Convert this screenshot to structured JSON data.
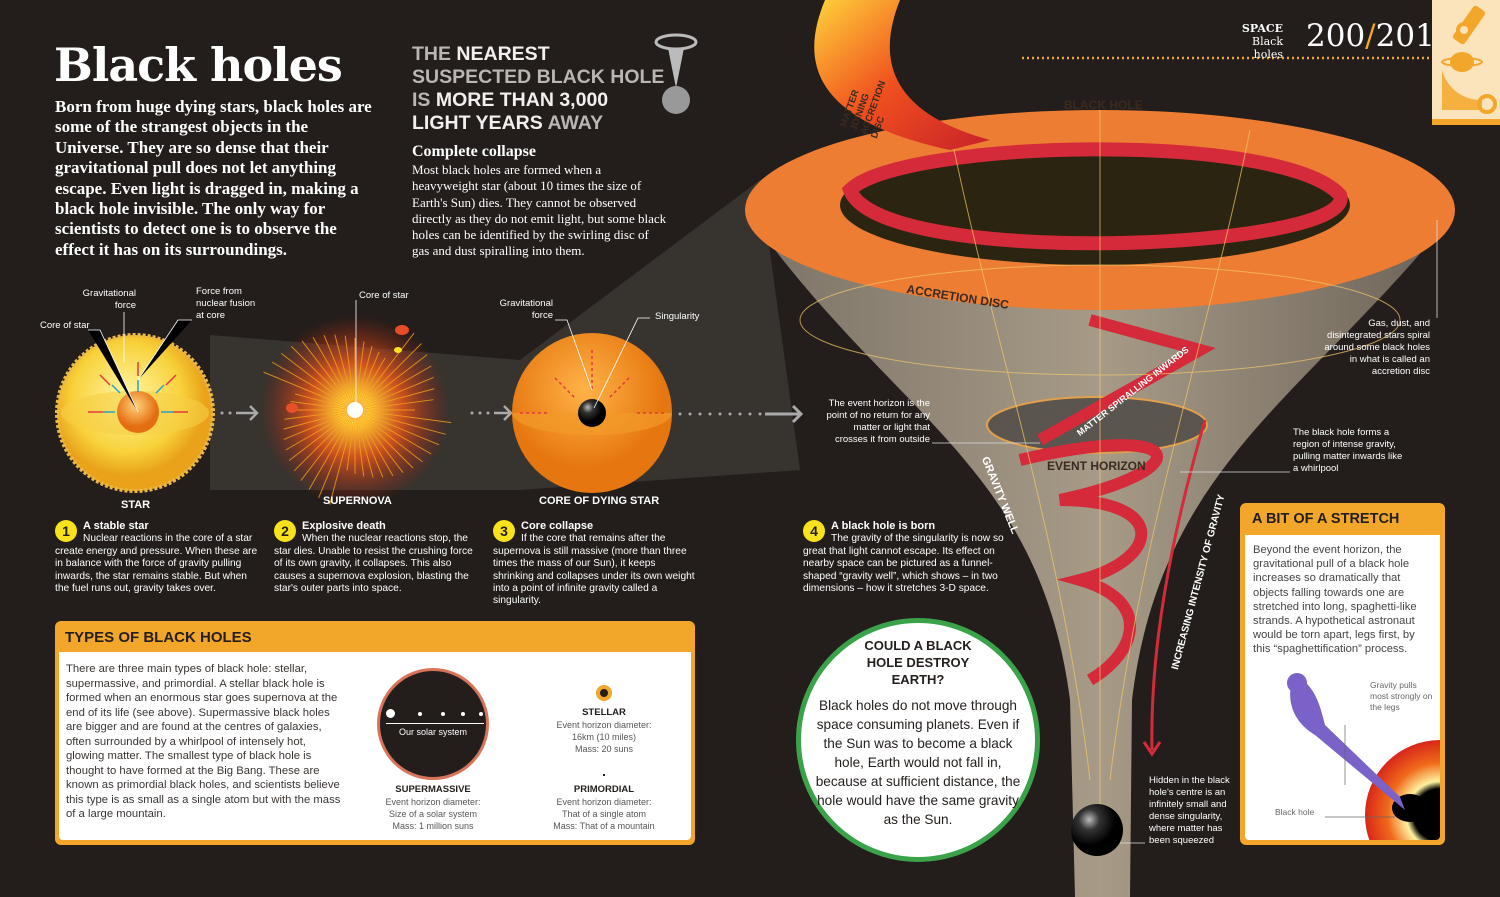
{
  "header": {
    "section": "SPACE",
    "topic": "Black holes",
    "page_left": "200",
    "page_sep": "/",
    "page_right": "201",
    "accent": "#f3a72a",
    "icon": "microscope-planet-icon"
  },
  "title": "Black holes",
  "intro": "Born from huge dying stars, black holes are some of the strangest objects in the Universe. They are so dense that their gravitational pull does not let anything escape. Even light is dragged in, making a black hole invisible. The only way for scientists to detect one is to observe the effect it has on its surroundings.",
  "callout": {
    "p1": "THE ",
    "p2": "NEAREST",
    "p3": " SUSPECTED BLACK HOLE IS ",
    "p4": "MORE THAN 3,000 LIGHT YEARS",
    "p5": " AWAY"
  },
  "collapse": {
    "heading": "Complete collapse",
    "body": "Most black holes are formed when a heavyweight star (about 10 times the size of Earth's Sun) dies. They cannot be observed directly as they do not emit light, but some black holes can be identified by the swirling disc of gas and dust spiralling into them."
  },
  "diagram_labels": {
    "grav_force": "Gravitational force",
    "fusion_force": "Force from nuclear fusion at core",
    "core_of_star": "Core of star",
    "core_of_star2": "Core of star",
    "grav_force2": "Gravitational force",
    "singularity": "Singularity",
    "star": "STAR",
    "supernova": "SUPERNOVA",
    "core_dying": "CORE OF DYING STAR"
  },
  "steps": [
    {
      "num": "1",
      "title": "A stable star",
      "body": "Nuclear reactions in the core of a star create energy and pressure. When these are in balance with the force of gravity pulling inwards, the star remains stable. But when the fuel runs out, gravity takes over."
    },
    {
      "num": "2",
      "title": "Explosive death",
      "body": "When the nuclear reactions stop, the star dies. Unable to resist the crushing force of its own gravity, it collapses. This also causes a supernova explosion, blasting the star's outer parts into space."
    },
    {
      "num": "3",
      "title": "Core collapse",
      "body": "If the core that remains after the supernova is still massive (more than three times the mass of our Sun), it keeps shrinking and collapses under its own weight into a point of infinite gravity called a singularity."
    },
    {
      "num": "4",
      "title": "A black hole is born",
      "body": "The gravity of the singularity is now so great that light cannot escape. Its effect on nearby space can be pictured as a funnel-shaped “gravity well”, which shows – in two dimensions – how it stretches 3-D space."
    }
  ],
  "types": {
    "heading": "TYPES OF BLACK HOLES",
    "body": "There are three main types of black hole: stellar, supermassive, and primordial. A stellar black hole is formed when an enormous star goes supernova at the end of its life (see above). Supermassive black holes are bigger and are found at the centres of galaxies, often surrounded by a whirlpool of intensely hot, glowing matter. The smallest type of black hole is thought to have formed at the Big Bang. These are known as primordial black holes, and scientists believe this type is as small as a single atom but with the mass of a large mountain.",
    "solar_label": "Our solar system",
    "items": [
      {
        "name": "SUPERMASSIVE",
        "l1": "Event horizon diameter:",
        "l2": "Size of a solar system",
        "l3": "Mass: 1 million suns"
      },
      {
        "name": "STELLAR",
        "l1": "Event horizon diameter:",
        "l2": "16km (10 miles)",
        "l3": "Mass: 20 suns"
      },
      {
        "name": "PRIMORDIAL",
        "l1": "Event horizon diameter:",
        "l2": "That of a single atom",
        "l3": "Mass: That of a mountain"
      }
    ]
  },
  "funnel": {
    "matter_joining": "MATTER JOINING ACCRETION DISC",
    "black_hole": "BLACK HOLE",
    "accretion_disc": "ACCRETION DISC",
    "matter_spiralling": "MATTER SPIRALLING INWARDS",
    "event_horizon": "EVENT HORIZON",
    "gravity_well": "GRAVITY WELL",
    "increasing": "INCREASING INTENSITY OF GRAVITY"
  },
  "annotations": {
    "event_horizon": "The event horizon is the point of no return for any matter or light that crosses it from outside",
    "gas_dust": "Gas, dust, and disintegrated stars spiral around some black holes in what is called an accretion disc",
    "whirlpool": "The black hole forms a region of intense gravity, pulling matter inwards like a whirlpool",
    "hidden": "Hidden in the black hole's centre is an infinitely small and dense singularity, where matter has been squeezed"
  },
  "earth": {
    "heading": "COULD A BLACK HOLE DESTROY EARTH?",
    "body": "Black holes do not move through space consuming planets. Even if the Sun was to become a black hole, Earth would not fall in, because at sufficient distance, the hole would have the same gravity as the Sun."
  },
  "stretch": {
    "heading": "A BIT OF A STRETCH",
    "body": "Beyond the event horizon, the gravitational pull of a black hole increases so dramatically that objects falling towards one are stretched into long, spaghetti-like strands. A hypothetical astronaut would be torn apart, legs first, by this “spaghettification” process.",
    "legs_label": "Gravity pulls most strongly on the legs",
    "bh_label": "Black hole"
  }
}
